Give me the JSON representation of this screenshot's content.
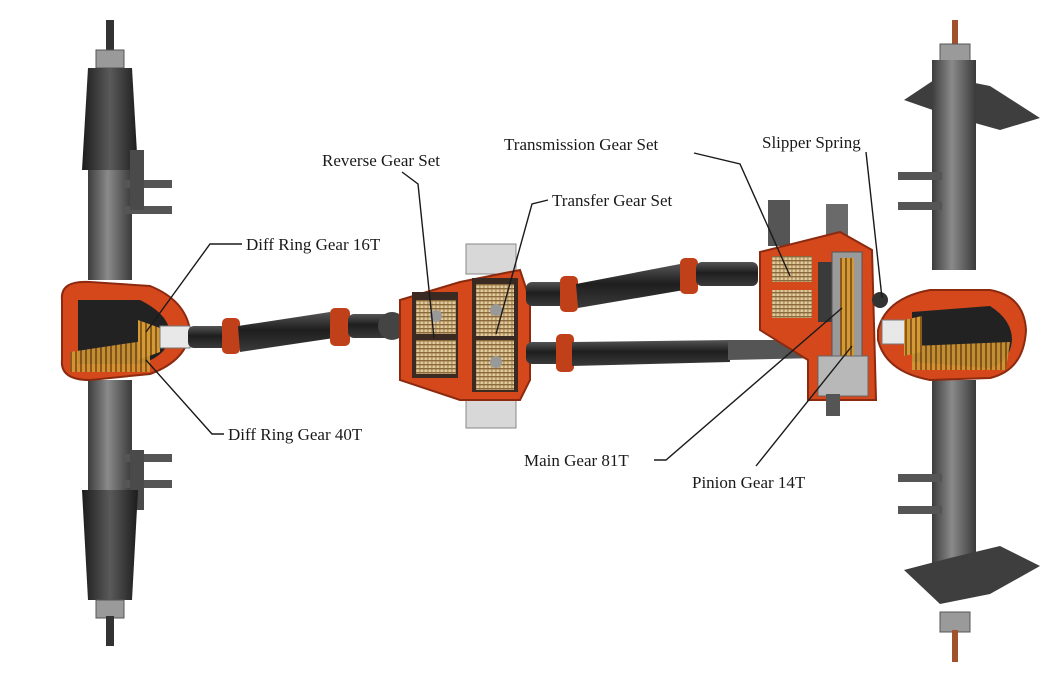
{
  "labels": {
    "reverse_gear_set": "Reverse Gear Set",
    "transmission_gear_set": "Transmission Gear Set",
    "slipper_spring": "Slipper Spring",
    "transfer_gear_set": "Transfer Gear Set",
    "diff_ring_gear_16t": "Diff Ring Gear 16T",
    "diff_ring_gear_40t": "Diff Ring Gear 40T",
    "main_gear_81t": "Main Gear 81T",
    "pinion_gear_14t": "Pinion Gear 14T"
  },
  "colors": {
    "housing_red": "#d4481c",
    "housing_dark_red": "#8c2a10",
    "axle_gray": "#6e6e6e",
    "axle_dark": "#3a3a3a",
    "gear_tan": "#e2c79a",
    "gear_brass": "#c8902c",
    "shaft_black": "#2a2a2a"
  }
}
